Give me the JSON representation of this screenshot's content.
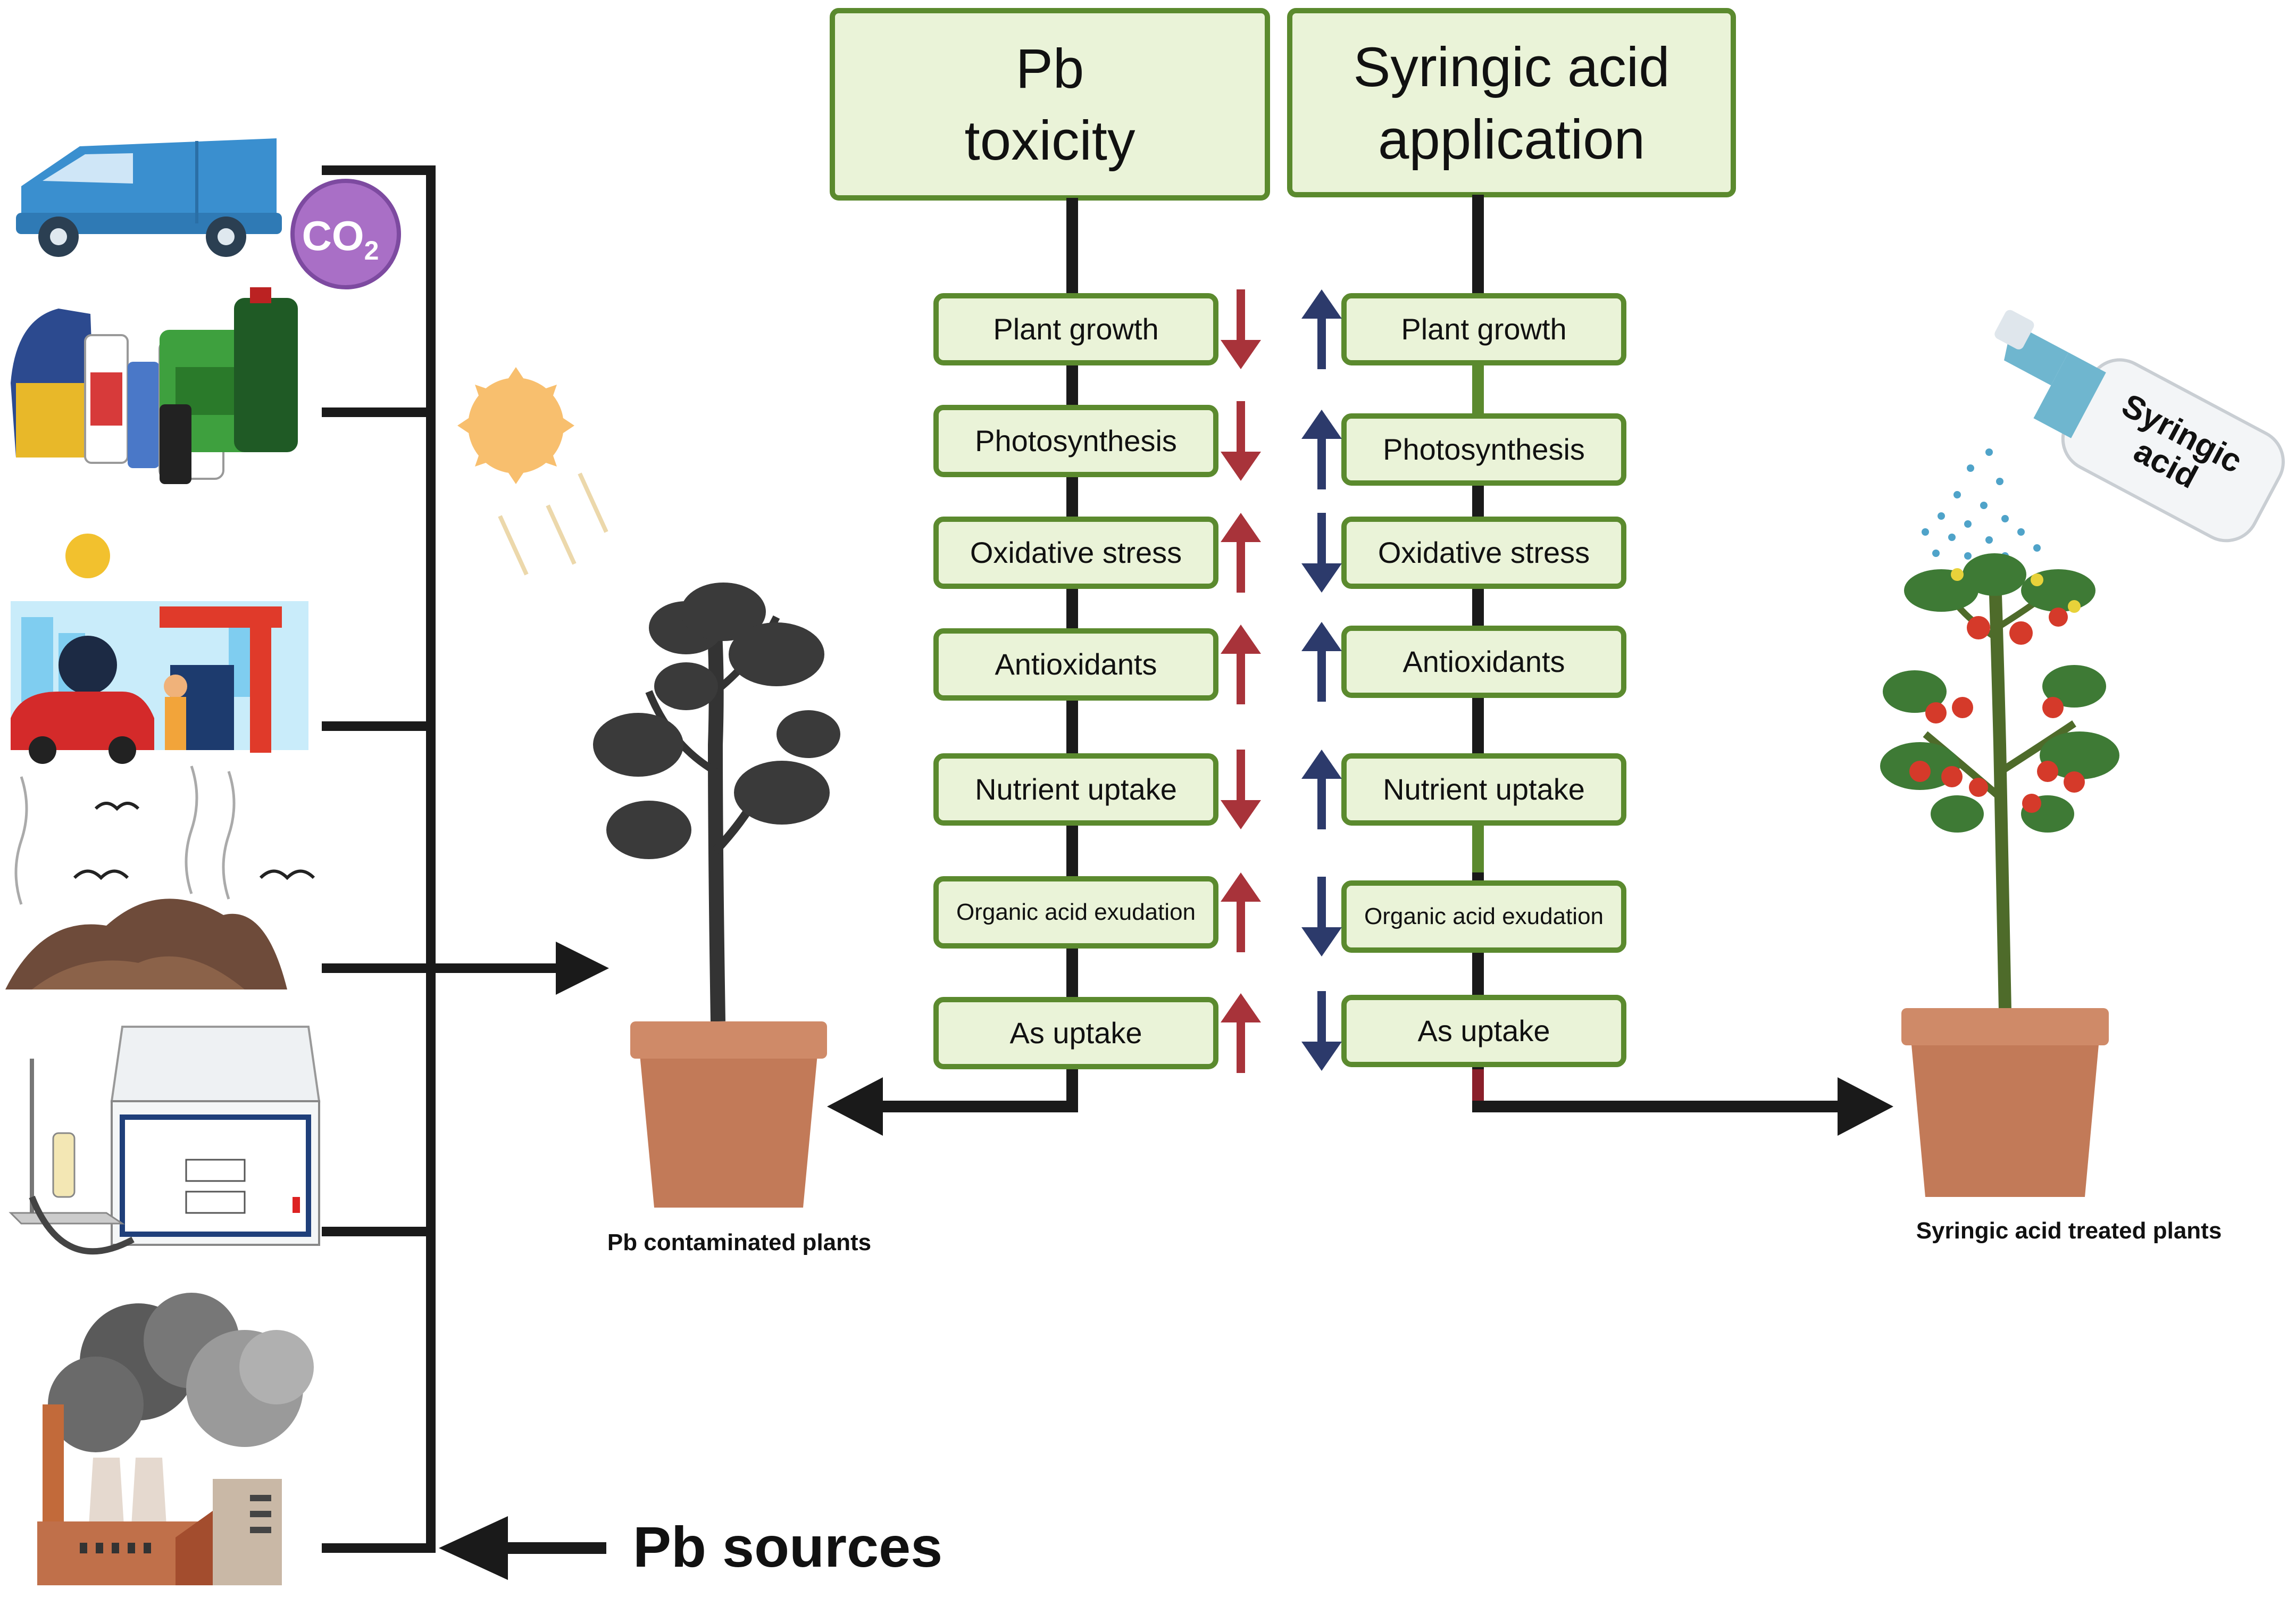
{
  "headers": {
    "pb_toxicity": [
      "Pb",
      "toxicity"
    ],
    "syringic_application": [
      "Syringic acid",
      "application"
    ]
  },
  "effects": {
    "left": [
      "Plant growth",
      "Photosynthesis",
      "Oxidative stress",
      "Antioxidants",
      "Nutrient uptake",
      "Organic acid exudation",
      "As uptake"
    ],
    "left_arrows": [
      "down",
      "down",
      "up",
      "up",
      "down",
      "up",
      "up"
    ],
    "right": [
      "Plant growth",
      "Photosynthesis",
      "Oxidative stress",
      "Antioxidants",
      "Nutrient uptake",
      "Organic acid exudation",
      "As uptake"
    ],
    "right_arrows": [
      "up",
      "up",
      "down",
      "up",
      "up",
      "down",
      "down"
    ]
  },
  "labels": {
    "pb_sources": "Pb sources",
    "pb_contaminated_plants": "Pb contaminated plants",
    "syringic_treated_plants": "Syringic acid treated plants",
    "spray_bottle_label": [
      "Syringic",
      "acid"
    ],
    "co2": "CO",
    "co2_sub": "2"
  },
  "colors": {
    "box_fill": "#eaf3d8",
    "box_stroke": "#5b8a2e",
    "arrow_up_red": "#a8333a",
    "arrow_down_navy": "#2c3a6b",
    "line": "#1a1a1a",
    "pot": "#c27a58"
  },
  "icons": [
    "delivery-van-icon",
    "co2-bubble-icon",
    "pesticide-containers-icon",
    "gas-station-icon",
    "landfill-icon",
    "lab-instrument-icon",
    "factory-icon",
    "sun-icon",
    "dark-plant-icon",
    "tomato-plant-icon",
    "spray-bottle-icon"
  ]
}
